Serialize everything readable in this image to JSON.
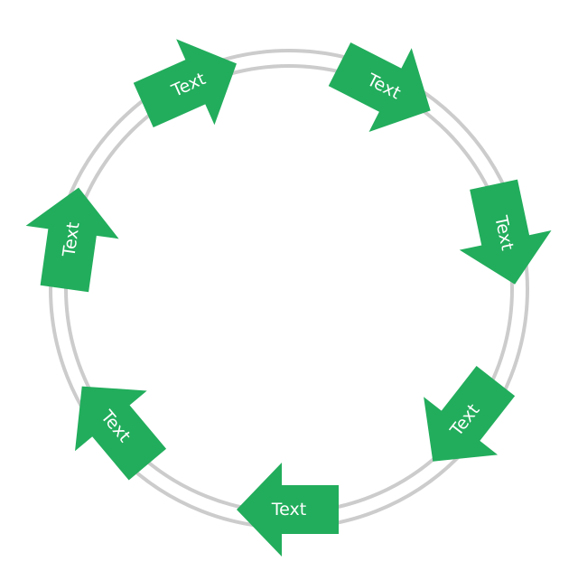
{
  "diagram": {
    "type": "cycle",
    "colors": {
      "arrow_fill": "#22ad5c",
      "arrow_text": "#ffffff",
      "ring": "#cccccc",
      "background": "#ffffff"
    },
    "arrows": [
      {
        "label": "Text",
        "direction": "clockwise"
      },
      {
        "label": "Text",
        "direction": "clockwise"
      },
      {
        "label": "Text",
        "direction": "clockwise"
      },
      {
        "label": "Text",
        "direction": "clockwise"
      },
      {
        "label": "Text",
        "direction": "clockwise"
      },
      {
        "label": "Text",
        "direction": "clockwise"
      },
      {
        "label": "Text",
        "direction": "clockwise"
      }
    ]
  }
}
